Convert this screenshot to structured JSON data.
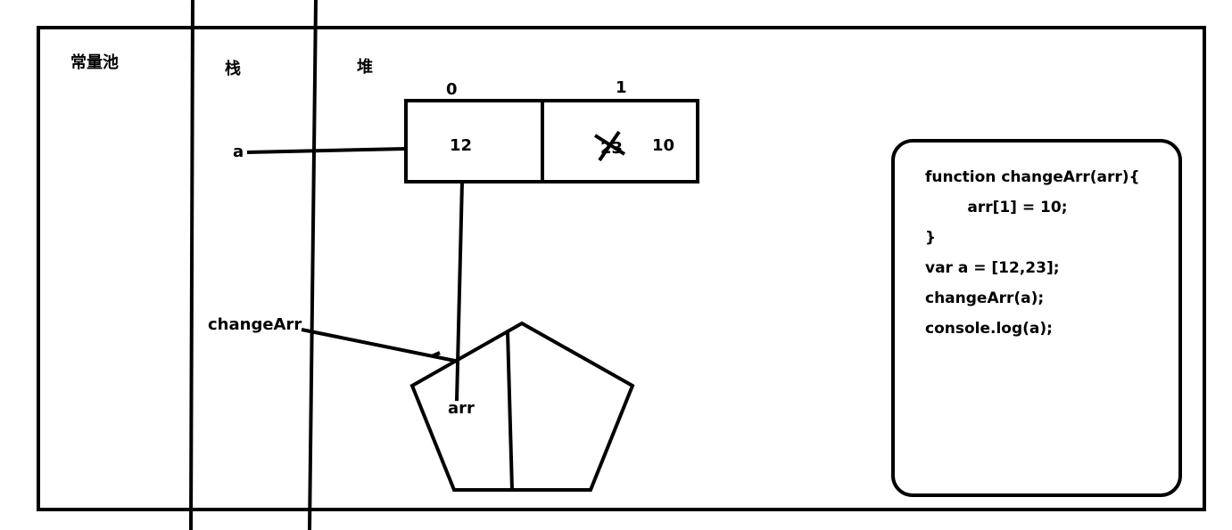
{
  "regions": {
    "constant_pool": "常量池",
    "stack": "栈",
    "heap": "堆"
  },
  "stack_vars": {
    "a": "a",
    "changeArr": "changeArr"
  },
  "array": {
    "index_0": "0",
    "index_1": "1",
    "value_0": "12",
    "old_value_1": "23",
    "new_value_1": "10"
  },
  "function_param": "arr",
  "code": {
    "lines": [
      "function changeArr(arr){",
      "        arr[1] = 10;",
      "}",
      "var a = [12,23];",
      "changeArr(a);",
      "console.log(a);"
    ]
  }
}
